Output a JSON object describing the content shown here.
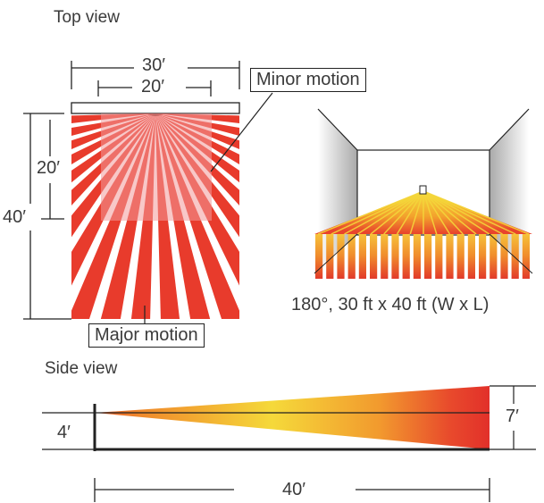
{
  "top_view": {
    "title": "Top view",
    "width_outer": "30′",
    "width_inner": "20′",
    "depth_outer": "40′",
    "depth_inner": "20′",
    "minor_label": "Minor motion",
    "major_label": "Major motion"
  },
  "room_view": {
    "caption": "180°, 30 ft x 40 ft (W x L)"
  },
  "side_view": {
    "title": "Side view",
    "mount_height": "4′",
    "far_height": "7′",
    "length": "40′"
  },
  "colors": {
    "major": "#e83b2c",
    "minor": "#f29a9a",
    "yellow": "#f4d63a",
    "orange": "#f18a2a",
    "wall": "#b7b7b7"
  }
}
